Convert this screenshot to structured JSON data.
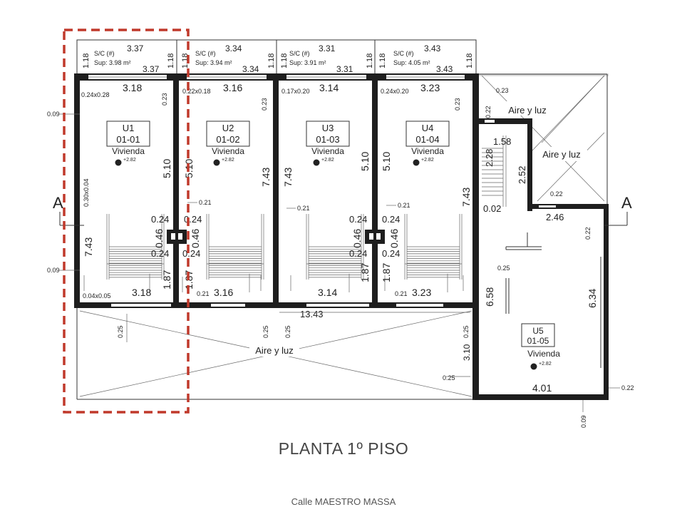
{
  "title": "PLANTA 1º PISO",
  "street": "Calle MAESTRO MASSA",
  "highlight_color": "#c0392b",
  "section_marker": "A",
  "balconies": [
    {
      "area_label": "S/C (#)",
      "sup": "Sup: 3.98 m²",
      "width_top": "3.37",
      "width_bottom": "3.37",
      "depth": "1.18"
    },
    {
      "area_label": "S/C (#)",
      "sup": "Sup: 3.94 m²",
      "width_top": "3.34",
      "width_bottom": "3.34",
      "depth": "1.18"
    },
    {
      "area_label": "S/C (#)",
      "sup": "Sup: 3.91 m²",
      "width_top": "3.31",
      "width_bottom": "3.31",
      "depth": "1.18"
    },
    {
      "area_label": "S/C (#)",
      "sup": "Sup: 4.05 m²",
      "width_top": "3.43",
      "width_bottom": "3.43",
      "depth": "1.18"
    }
  ],
  "units": [
    {
      "code": "U1",
      "number": "01-01",
      "type": "Vivienda",
      "level": "+2.82",
      "width": "3.18",
      "column": "0.24x0.28"
    },
    {
      "code": "U2",
      "number": "01-02",
      "type": "Vivienda",
      "level": "+2.82",
      "width": "3.16",
      "column": "0.22x0.18"
    },
    {
      "code": "U3",
      "number": "01-03",
      "type": "Vivienda",
      "level": "+2.82",
      "width": "3.14",
      "column": "0.17x0.20"
    },
    {
      "code": "U4",
      "number": "01-04",
      "type": "Vivienda",
      "level": "+2.82",
      "width": "3.23",
      "column": "0.24x0.20"
    },
    {
      "code": "U5",
      "number": "01-05",
      "type": "Vivienda",
      "level": "+2.82",
      "width": "4.01"
    }
  ],
  "dims": {
    "unit_depth": "7.43",
    "upper_depth": "5.10",
    "lower_depth": "1.87",
    "stair_wall": "0.46",
    "small_024": "0.24",
    "small_021": "0.21",
    "small_023": "0.23",
    "small_025": "0.25",
    "small_022": "0.22",
    "small_009": "0.09",
    "small_002": "0.02",
    "col_left": "0.30x0.04",
    "col_bottom": "0.04x0.05",
    "total_width": "13.43",
    "patio_depth": "3.10",
    "u5_depth": "6.58",
    "u5_right": "6.34",
    "core_width": "2.46",
    "stair_width": "1.58",
    "stair_len_a": "2.28",
    "stair_len_b": "2.52"
  },
  "labels": {
    "air_light": "Aire y luz"
  }
}
